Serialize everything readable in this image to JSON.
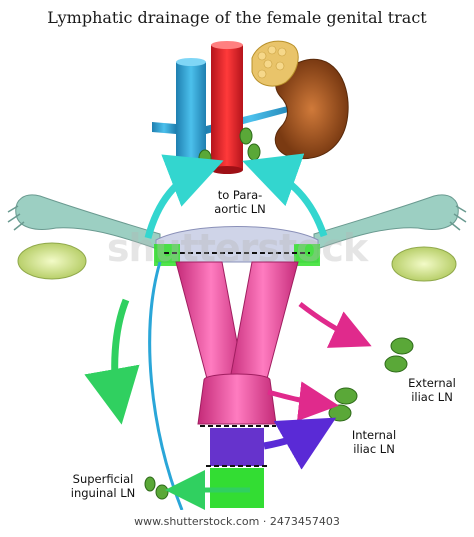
{
  "title": "Lymphatic drainage of the female genital tract",
  "labels": {
    "para_aortic": [
      "to Para-",
      "aortic LN"
    ],
    "external_iliac": [
      "External",
      "iliac LN"
    ],
    "internal_iliac": [
      "Internal",
      "iliac LN"
    ],
    "superficial_inguinal": [
      "Superficial",
      "inguinal LN"
    ]
  },
  "watermark": "shutterstock",
  "footer": "www.shutterstock.com · 2473457403",
  "colors": {
    "vein": "#2aa6d8",
    "artery": "#e8202a",
    "kidney": "#a0521c",
    "adrenal": "#e9c46a",
    "uterus": "#cfd4e8",
    "tube": "#9ccfc2",
    "ovary": "#d6e89a",
    "cervix": "#e8509a",
    "upper_vagina": "#6633cc",
    "lower_vagina": "#33dd33",
    "lymph_node": "#5aa838",
    "arrow_para_aortic": "#33d6cf",
    "arrow_external_iliac": "#e02a8c",
    "arrow_internal_iliac": "#5a2ad6",
    "arrow_inguinal": "#30d060"
  }
}
